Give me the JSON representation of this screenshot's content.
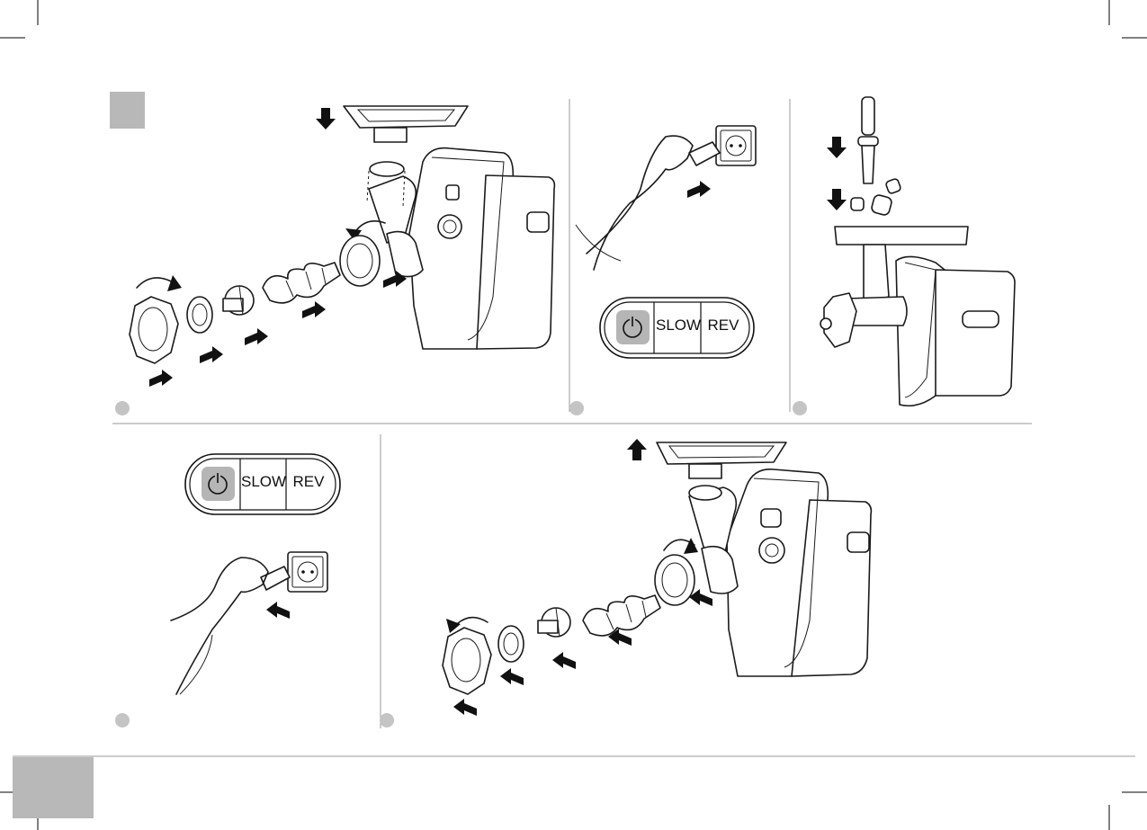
{
  "controls": {
    "slow_label": "SLOW",
    "rev_label": "REV",
    "power_icon": "power-icon"
  },
  "colors": {
    "marker_gray": "#b8b8b8",
    "step_dot_gray": "#c4c4c4",
    "power_highlight": "#b5b5b5",
    "line": "#1a1a1a"
  },
  "steps": [
    {
      "id": "assemble-attachments",
      "icon": "assembly-icon"
    },
    {
      "id": "plug-in",
      "icon": "plug-icon"
    },
    {
      "id": "feed-food",
      "icon": "pusher-icon"
    },
    {
      "id": "unplug",
      "icon": "unplug-icon"
    },
    {
      "id": "disassemble",
      "icon": "disassembly-icon"
    }
  ]
}
